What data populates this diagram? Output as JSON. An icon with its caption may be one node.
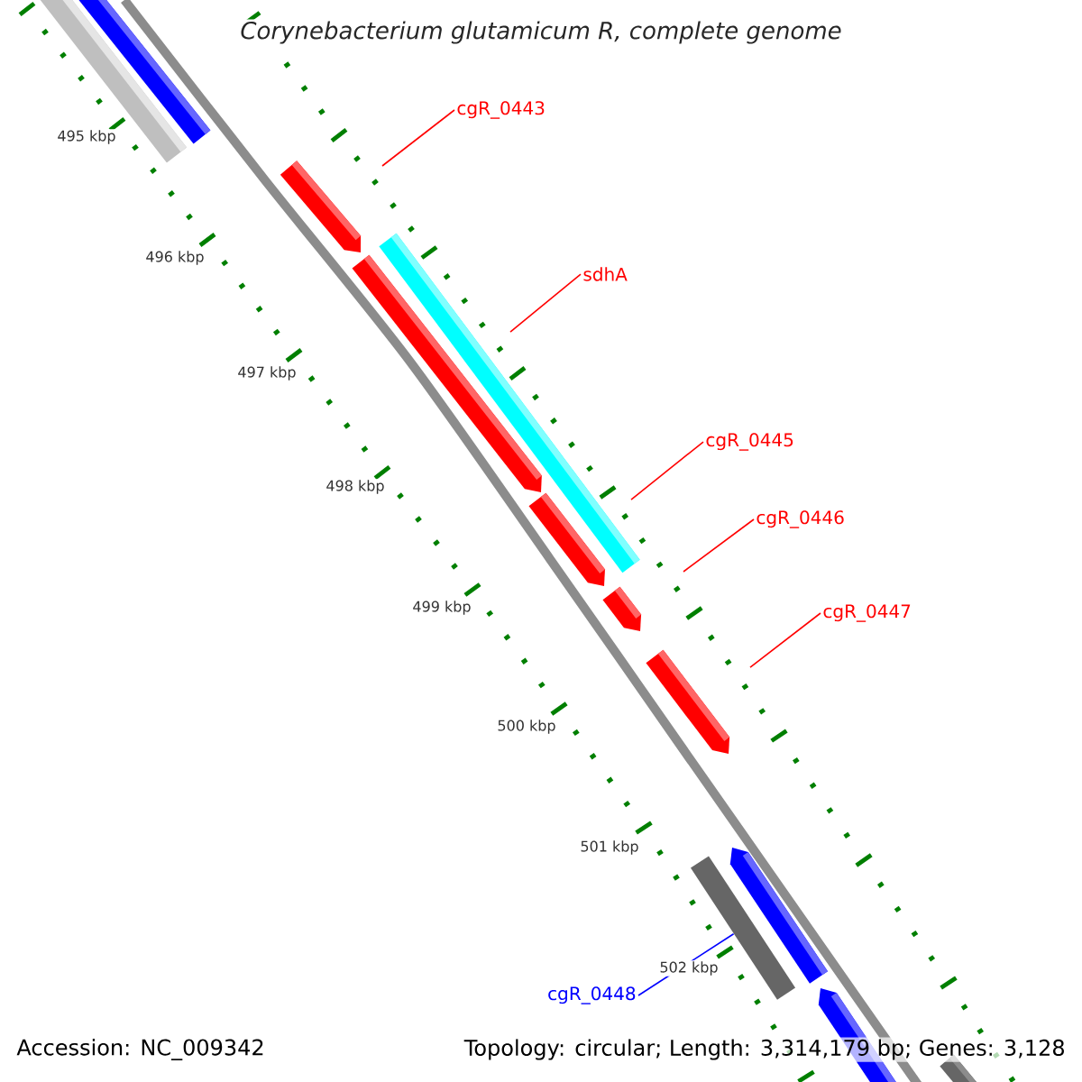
{
  "diagram": {
    "title": "Corynebacterium glutamicum R, complete genome",
    "nodes": [
      {
        "text": [
          "cgR_0443"
        ]
      },
      {
        "text": [
          "sdhA"
        ]
      },
      {
        "text": [
          "cgR_0445"
        ]
      },
      {
        "text": [
          "cgR_0446"
        ]
      },
      {
        "text": [
          "cgR_0447"
        ]
      },
      {
        "text": [
          "cgR_0448"
        ]
      },
      {
        "text": [],
        "shape": "bar"
      }
    ],
    "edges": [
      {
        "from": 0,
        "to": null,
        "arrow": "none"
      },
      {
        "from": 1,
        "to": null,
        "arrow": "none"
      },
      {
        "from": 2,
        "to": null,
        "arrow": "none"
      },
      {
        "from": 3,
        "to": null,
        "arrow": "none"
      },
      {
        "from": 4,
        "to": null,
        "arrow": "none"
      },
      {
        "from": 5,
        "to": 6,
        "arrow": "none",
        "color": "#0000ff"
      }
    ],
    "labels": [
      "495 kbp",
      "496 kbp",
      "497 kbp",
      "498 kbp",
      "499 kbp",
      "500 kbp",
      "501 kbp",
      "502 kbp",
      "Accession: NC_009342",
      "Topology: circular; Length: 3,314,179 bp; Genes: 3,128"
    ]
  }
}
